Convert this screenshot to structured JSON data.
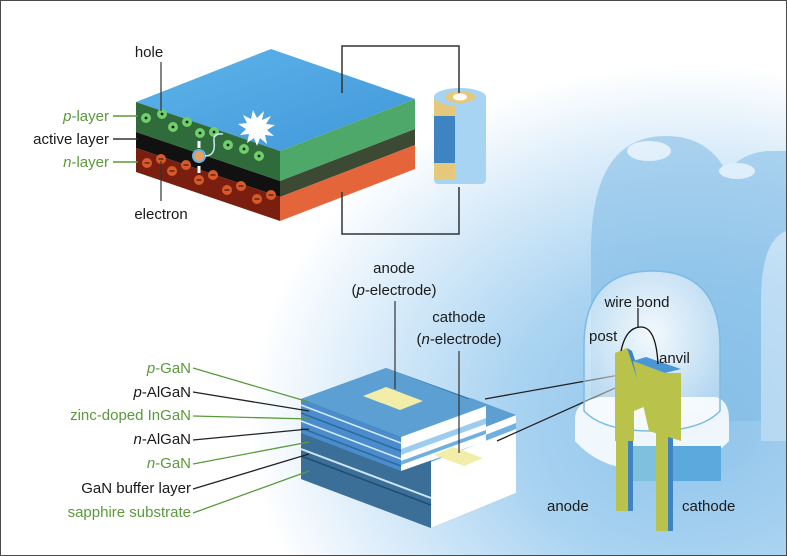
{
  "diagram": {
    "title": "LED structure diagram",
    "colors": {
      "green_label": "#5a9a3a",
      "black_label": "#1a1a1a",
      "p_layer": "#2f6b3b",
      "active_layer": "#111111",
      "n_layer": "#7a1e10",
      "top_surface": "#4aa3e0",
      "electrode": "#f2eeaa",
      "lead": "#b9c24a"
    },
    "top_section": {
      "labels": {
        "hole": "hole",
        "p_layer_italic": "p",
        "p_layer_rest": "-layer",
        "active_layer": "active layer",
        "n_layer_italic": "n",
        "n_layer_rest": "-layer",
        "electron": "electron"
      }
    },
    "chip_section": {
      "layers": [
        {
          "italic": "p",
          "rest": "-GaN",
          "color": "green"
        },
        {
          "italic": "p",
          "rest": "-AlGaN",
          "color": "black"
        },
        {
          "italic": "",
          "rest": "zinc-doped InGaN",
          "color": "green"
        },
        {
          "italic": "n",
          "rest": "-AlGaN",
          "color": "black"
        },
        {
          "italic": "n",
          "rest": "-GaN",
          "color": "green"
        },
        {
          "italic": "",
          "rest": "GaN buffer layer",
          "color": "black"
        },
        {
          "italic": "",
          "rest": "sapphire substrate",
          "color": "green"
        }
      ],
      "anode": {
        "line1": "anode",
        "line2_open": "(",
        "line2_italic": "p",
        "line2_rest": "-electrode)"
      },
      "cathode": {
        "line1": "cathode",
        "line2_open": "(",
        "line2_italic": "n",
        "line2_rest": "-electrode)"
      }
    },
    "led_package": {
      "labels": {
        "wire_bond": "wire bond",
        "post": "post",
        "anvil": "anvil",
        "anode": "anode",
        "cathode": "cathode"
      }
    }
  }
}
